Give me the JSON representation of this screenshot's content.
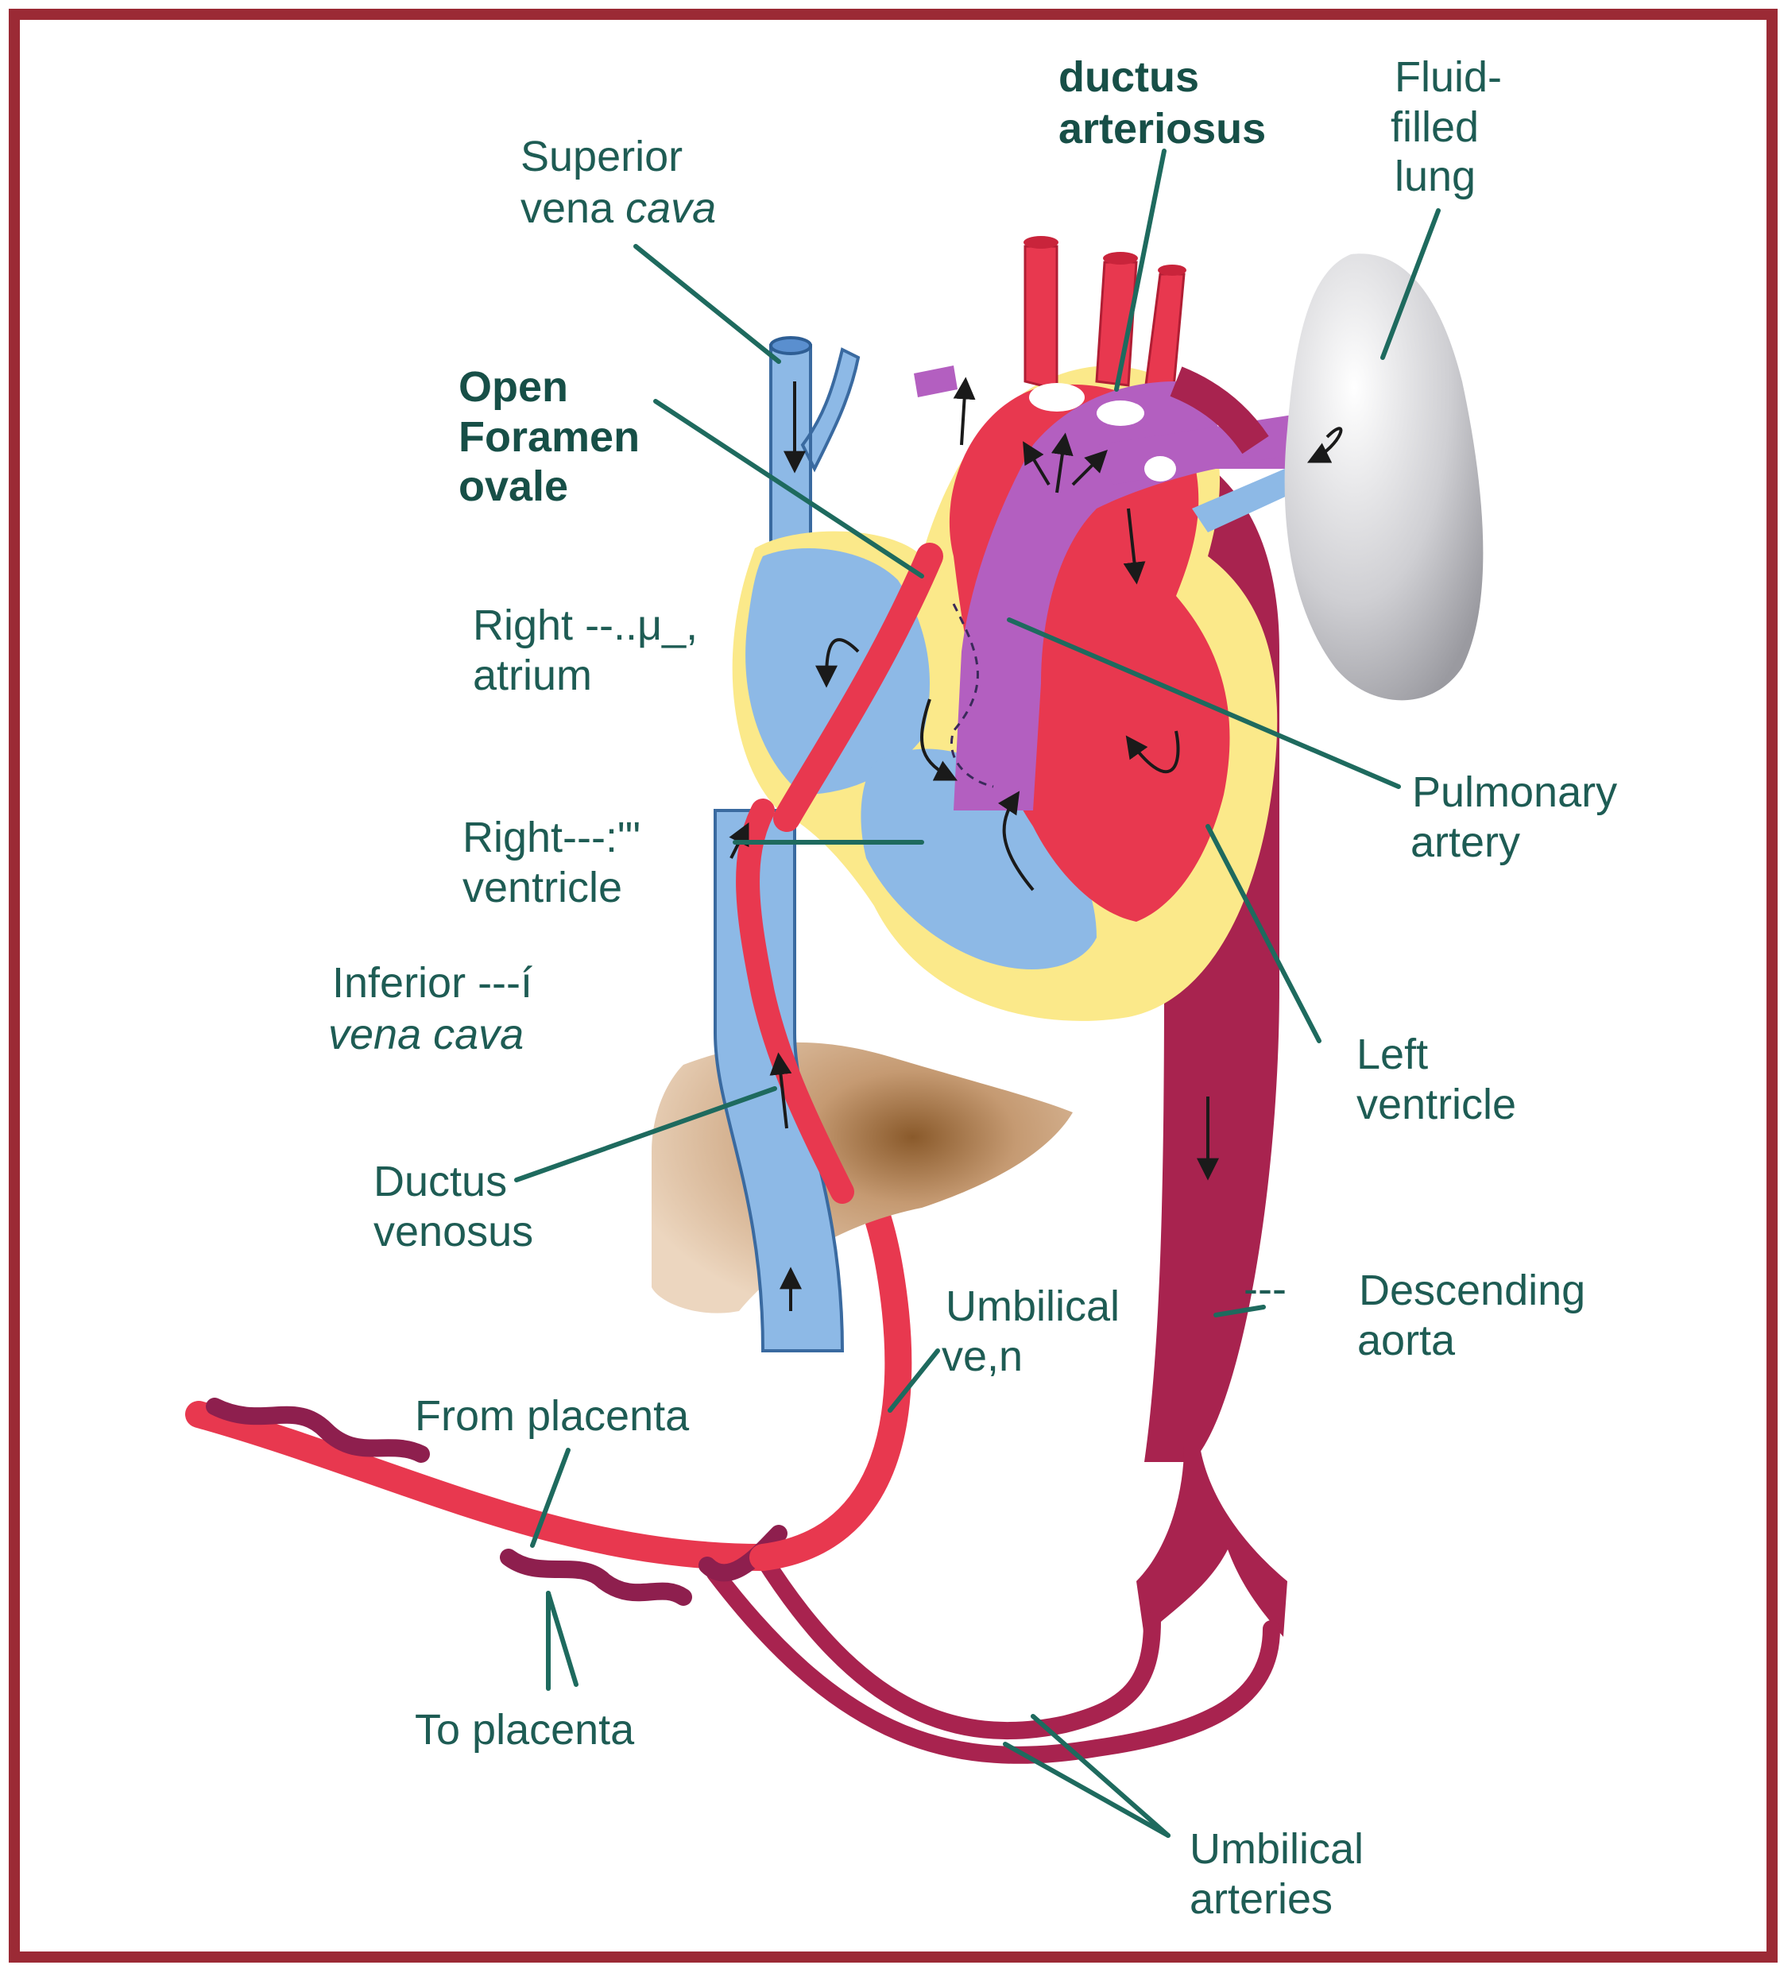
{
  "labels": {
    "ductus_arteriosus": [
      "ductus",
      "arteriosus"
    ],
    "fluid_filled_lung": [
      "Fluid-",
      "filled",
      "lung"
    ],
    "superior_vena_cava": [
      "Superior",
      "vena",
      "cava"
    ],
    "open_foramen_ovale": [
      "Open",
      "Foramen",
      "ovale"
    ],
    "right_atrium": [
      "Right --..μ_,",
      "atrium"
    ],
    "right_ventricle": [
      "Right---:\"'",
      "ventricle"
    ],
    "inferior_vena_cava": [
      "Inferior ---í",
      "vena cava"
    ],
    "ductus_venosus": [
      "Ductus",
      "venosus"
    ],
    "pulmonary_artery": [
      "Pulmonary",
      "artery"
    ],
    "left_ventricle": [
      "Left",
      "ventricle"
    ],
    "umbilical_vein": [
      "Umbilical",
      "ve,n"
    ],
    "descending_aorta": [
      "---",
      "Descending",
      "aorta"
    ],
    "from_placenta": "From placenta",
    "to_placenta": "To placenta",
    "umbilical_arteries": [
      "Umbilical",
      "arteries"
    ]
  },
  "colors": {
    "frame": "#9b2a35",
    "label_text": "#1e5c54",
    "leader_line": "#1e6a5e",
    "oxygenated_red": "#e8384f",
    "deoxygenated_blue": "#8db9e6",
    "mixed_purple": "#b35fc0",
    "aorta_maroon": "#a8234f",
    "heart_wall_yellow": "#fbe98a",
    "liver_tan": "#d9b896",
    "lung_grey": "#c9c9cc"
  }
}
